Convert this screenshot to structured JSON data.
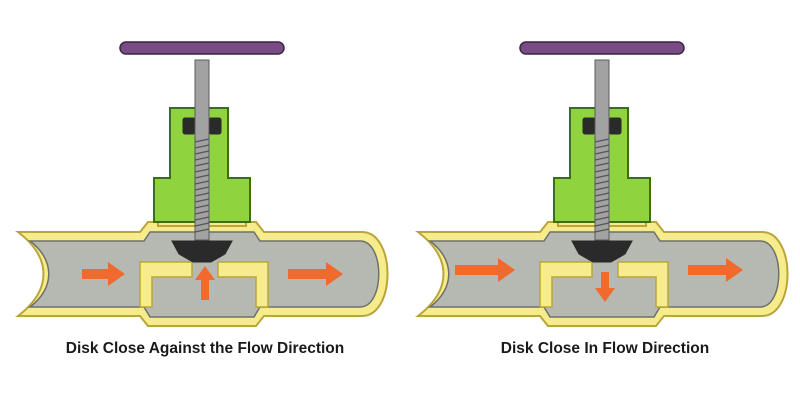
{
  "diagrams": [
    {
      "id": "left",
      "caption": "Disk Close Against the Flow Direction",
      "flow_through_seat": "up"
    },
    {
      "id": "right",
      "caption": "Disk Close In Flow Direction",
      "flow_through_seat": "down"
    }
  ],
  "colors": {
    "body_yellow": "#f7ec8c",
    "body_outline": "#b8a63a",
    "bonnet_green": "#8fd33f",
    "bonnet_outline": "#3c6f12",
    "fluid_gray": "#b6b8b2",
    "fluid_outline": "#6f706c",
    "handwheel_purple": "#7a4c85",
    "disk_black": "#2a2a2a",
    "stem_gray": "#a2a2a2",
    "arrow_orange": "#ef6a2c"
  }
}
